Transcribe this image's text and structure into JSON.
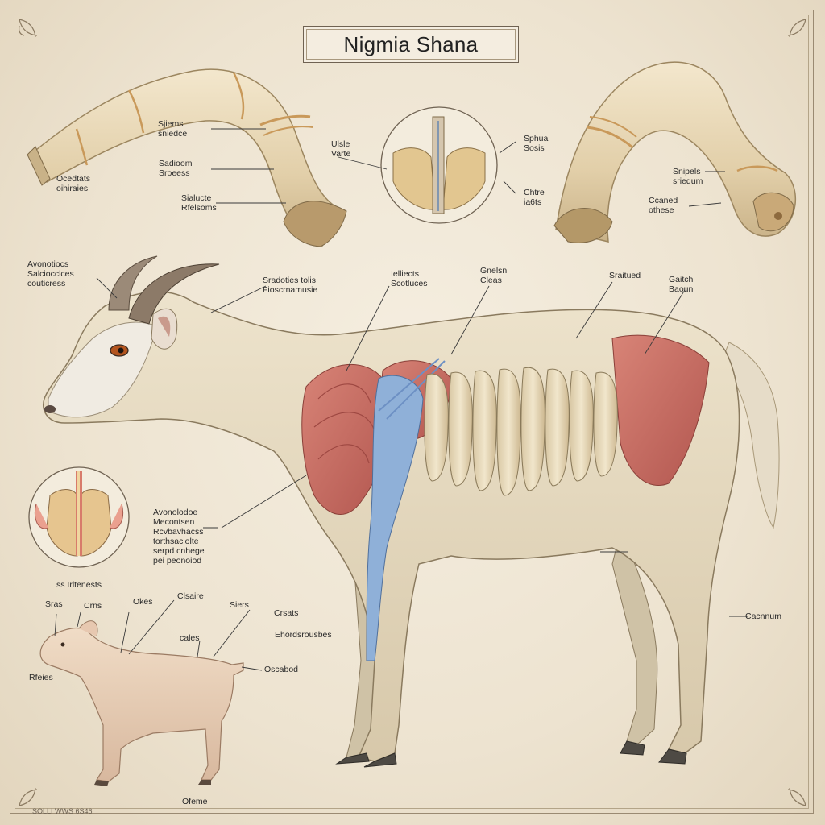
{
  "title": "Nigmia Shana",
  "labels": {
    "horn_left_1": [
      "Sjiems",
      "sniedce"
    ],
    "horn_left_2": [
      "Sadioom",
      "Sroeess"
    ],
    "horn_left_3": [
      "Sialucte",
      "Rfelsoms"
    ],
    "horn_left_4": [
      "Ocedtats",
      "oihiraies"
    ],
    "center_circle_1": [
      "Ulsle",
      "Varte"
    ],
    "right_circle_1": [
      "Sphual",
      "Sosis"
    ],
    "right_circle_2": [
      "Chtre",
      "ia6ts"
    ],
    "horn_right_1": [
      "Snipels",
      "sriedum"
    ],
    "horn_right_2": [
      "Ccaned",
      "othese"
    ],
    "head_1": [
      "Avonotiocs",
      "Salciocclces",
      "couticress"
    ],
    "neck_1": [
      "Sradoties tolis",
      "Fioscrnamusie"
    ],
    "chest_1": [
      "Ielliects",
      "Scotluces"
    ],
    "chest_2": [
      "Gnelsn",
      "Cleas"
    ],
    "back_1": [
      "Sraitued"
    ],
    "back_2": [
      "Gaitch",
      "Baoun"
    ],
    "inset_1": [
      "Avonolodoe",
      "Mecontsen",
      "Rcvbavhacss",
      "torthsaciolte",
      "serpd cnhege",
      "pei peonoiod"
    ],
    "inset_2": [
      "ss Irltenests"
    ],
    "small_1": [
      "Sras"
    ],
    "small_2": [
      "Crns"
    ],
    "small_3": [
      "Okes"
    ],
    "small_4": [
      "Clsaire"
    ],
    "small_5": [
      "Siers"
    ],
    "small_6": [
      "Crsats"
    ],
    "small_7": [
      "Ehordsrousbes"
    ],
    "small_8": [
      "cales"
    ],
    "small_9": [
      "Rfeies"
    ],
    "small_10": [
      "Oscabod"
    ],
    "leg_1": [
      "Cacnnum"
    ],
    "bottom_1": [
      "Ofeme"
    ],
    "footer": [
      "SOLLI WWS 6S46"
    ]
  },
  "colors": {
    "background": "#efe7d6",
    "horn": "#e7d6b4",
    "horn_band": "#c9995a",
    "muscle": "#c86b63",
    "tendon": "#8fb0d8",
    "body": "#e8dcc4",
    "hoof": "#4e4a44",
    "eye": "#b3541e"
  }
}
